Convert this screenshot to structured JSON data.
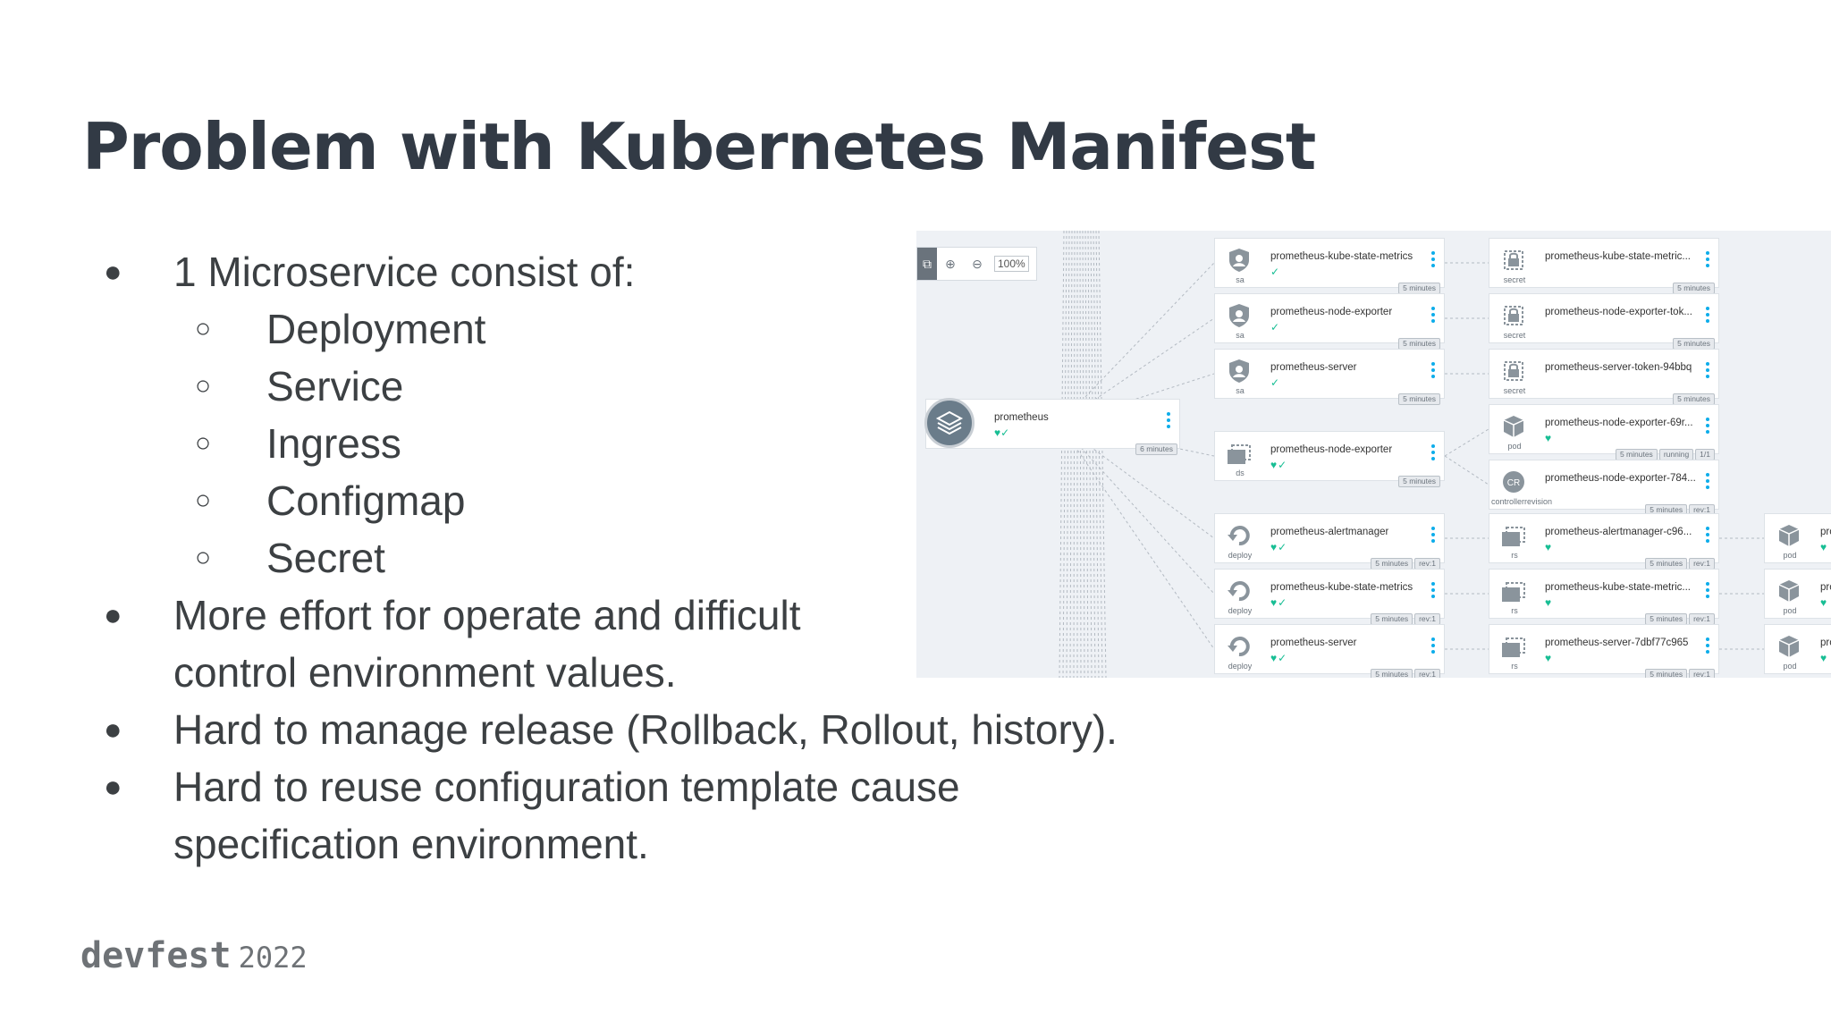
{
  "slide": {
    "title": "Problem with Kubernetes Manifest",
    "bullets": [
      {
        "level": 1,
        "marker": "●",
        "text": "1 Microservice consist of:"
      },
      {
        "level": 2,
        "marker": "○",
        "text": "Deployment"
      },
      {
        "level": 2,
        "marker": "○",
        "text": "Service"
      },
      {
        "level": 2,
        "marker": "○",
        "text": "Ingress"
      },
      {
        "level": 2,
        "marker": "○",
        "text": "Configmap"
      },
      {
        "level": 2,
        "marker": "○",
        "text": "Secret"
      },
      {
        "level": 1,
        "marker": "●",
        "text": "More effort for operate and difficult"
      },
      {
        "level": 1,
        "marker": "",
        "text": "control environment values."
      },
      {
        "level": 1,
        "marker": "●",
        "text": "Hard to manage release (Rollback, Rollout,  history)."
      },
      {
        "level": 1,
        "marker": "●",
        "text": "Hard to reuse configuration template cause"
      },
      {
        "level": 1,
        "marker": "",
        "text": "specification environment."
      }
    ]
  },
  "logo": {
    "dev": "devfest",
    "year": "2022"
  },
  "diagram": {
    "zoom_label": "100%",
    "root": {
      "name": "prometheus",
      "status": "♥✓",
      "age": "6 minutes"
    },
    "col2": [
      {
        "kind": "sa",
        "name": "prometheus-kube-state-metrics",
        "status": "✓",
        "tags": [
          "5 minutes"
        ],
        "icon": "shield"
      },
      {
        "kind": "sa",
        "name": "prometheus-node-exporter",
        "status": "✓",
        "tags": [
          "5 minutes"
        ],
        "icon": "shield"
      },
      {
        "kind": "sa",
        "name": "prometheus-server",
        "status": "✓",
        "tags": [
          "5 minutes"
        ],
        "icon": "shield"
      },
      {
        "kind": "ds",
        "name": "prometheus-node-exporter",
        "status": "♥✓",
        "tags": [
          "5 minutes"
        ],
        "icon": "stack"
      },
      {
        "kind": "deploy",
        "name": "prometheus-alertmanager",
        "status": "♥✓",
        "tags": [
          "5 minutes",
          "rev:1"
        ],
        "icon": "cycle"
      },
      {
        "kind": "deploy",
        "name": "prometheus-kube-state-metrics",
        "status": "♥✓",
        "tags": [
          "5 minutes",
          "rev:1"
        ],
        "icon": "cycle"
      },
      {
        "kind": "deploy",
        "name": "prometheus-server",
        "status": "♥✓",
        "tags": [
          "5 minutes",
          "rev:1"
        ],
        "icon": "cycle"
      }
    ],
    "col3": [
      {
        "kind": "secret",
        "name": "prometheus-kube-state-metric...",
        "status": "",
        "tags": [
          "5 minutes"
        ],
        "icon": "lock"
      },
      {
        "kind": "secret",
        "name": "prometheus-node-exporter-tok...",
        "status": "",
        "tags": [
          "5 minutes"
        ],
        "icon": "lock"
      },
      {
        "kind": "secret",
        "name": "prometheus-server-token-94bbq",
        "status": "",
        "tags": [
          "5 minutes"
        ],
        "icon": "lock"
      },
      {
        "kind": "pod",
        "name": "prometheus-node-exporter-69r...",
        "status": "♥",
        "tags": [
          "5 minutes",
          "running",
          "1/1"
        ],
        "icon": "cube"
      },
      {
        "kind": "controllerrevision",
        "name": "prometheus-node-exporter-784...",
        "status": "",
        "tags": [
          "5 minutes",
          "rev:1"
        ],
        "icon": "cr"
      },
      {
        "kind": "rs",
        "name": "prometheus-alertmanager-c96...",
        "status": "♥",
        "tags": [
          "5 minutes",
          "rev:1"
        ],
        "icon": "stack"
      },
      {
        "kind": "rs",
        "name": "prometheus-kube-state-metric...",
        "status": "♥",
        "tags": [
          "5 minutes",
          "rev:1"
        ],
        "icon": "stack"
      },
      {
        "kind": "rs",
        "name": "prometheus-server-7dbf77c965",
        "status": "♥",
        "tags": [
          "5 minutes",
          "rev:1"
        ],
        "icon": "stack"
      }
    ],
    "col4": [
      {
        "kind": "pod",
        "name": "prc",
        "status": "♥",
        "icon": "cube"
      },
      {
        "kind": "pod",
        "name": "prc",
        "status": "♥",
        "icon": "cube"
      },
      {
        "kind": "pod",
        "name": "prc",
        "status": "♥",
        "icon": "cube"
      }
    ]
  }
}
